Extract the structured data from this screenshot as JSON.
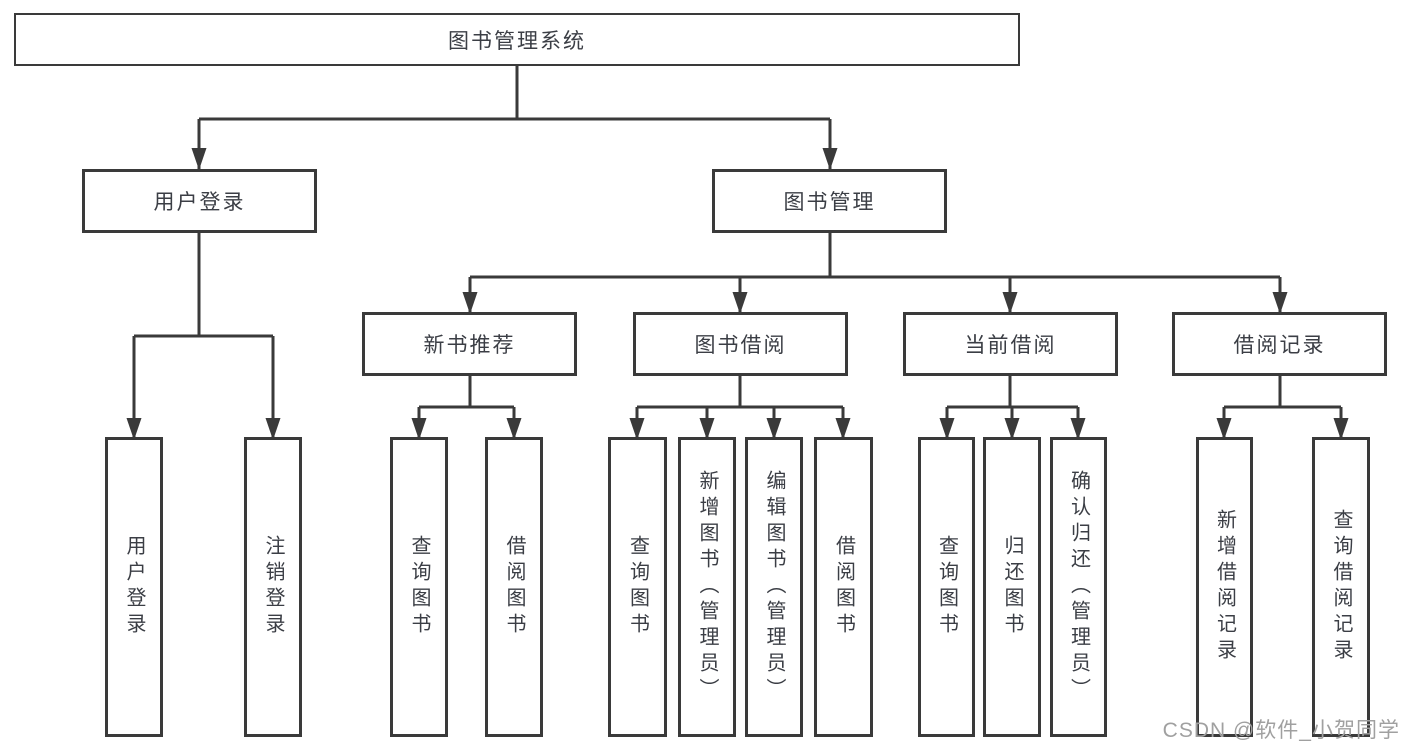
{
  "colors": {
    "line": "#3a3a3a",
    "box_border": "#3a3a3a",
    "label_text": "#3b3e45",
    "watermark": "#a0a0a0",
    "background": "#ffffff"
  },
  "tree": {
    "label": "图书管理系统",
    "children": [
      {
        "label": "用户登录",
        "children": [
          {
            "label": "用户登录"
          },
          {
            "label": "注销登录"
          }
        ]
      },
      {
        "label": "图书管理",
        "children": [
          {
            "label": "新书推荐",
            "children": [
              {
                "label": "查询图书"
              },
              {
                "label": "借阅图书"
              }
            ]
          },
          {
            "label": "图书借阅",
            "children": [
              {
                "label": "查询图书"
              },
              {
                "label": "新增图书（管理员）"
              },
              {
                "label": "编辑图书（管理员）"
              },
              {
                "label": "借阅图书"
              }
            ]
          },
          {
            "label": "当前借阅",
            "children": [
              {
                "label": "查询图书"
              },
              {
                "label": "归还图书"
              },
              {
                "label": "确认归还（管理员）"
              }
            ]
          },
          {
            "label": "借阅记录",
            "children": [
              {
                "label": "新增借阅记录"
              },
              {
                "label": "查询借阅记录"
              }
            ]
          }
        ]
      }
    ]
  },
  "watermark": {
    "text": "CSDN @软件_小贺同学"
  }
}
